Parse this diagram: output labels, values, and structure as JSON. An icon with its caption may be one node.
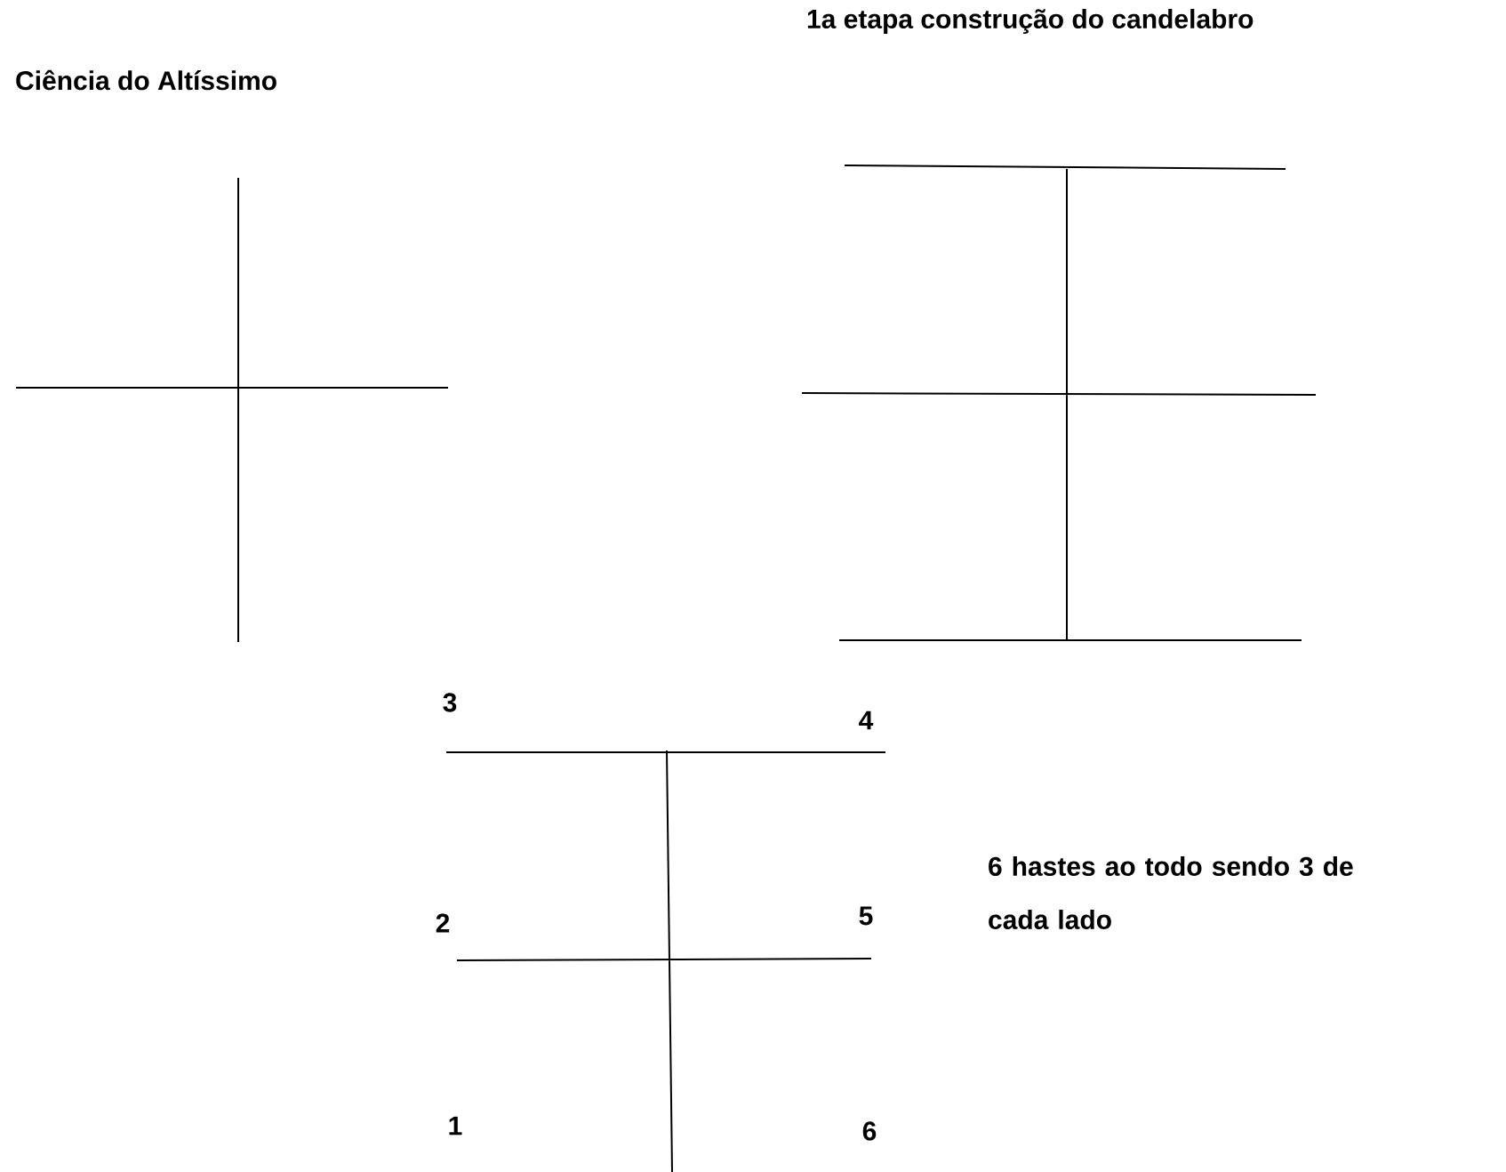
{
  "diagram": {
    "labels": [
      "Ciência do Altíssimo",
      "1a etapa construção do candelabro",
      "3",
      "4",
      "6 hastes ao todo sendo 3 de cada lado",
      "2",
      "5",
      "1",
      "6"
    ]
  }
}
